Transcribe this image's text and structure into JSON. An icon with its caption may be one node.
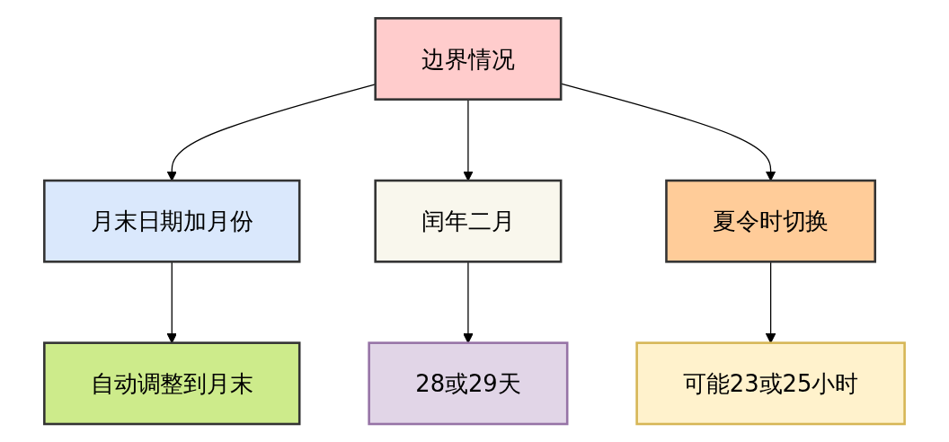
{
  "diagram": {
    "nodes": [
      {
        "text": [
          "边界情况"
        ]
      },
      {
        "text": [
          "月末日期加月份"
        ]
      },
      {
        "text": [
          "闰年二月"
        ]
      },
      {
        "text": [
          "夏令时切换"
        ]
      },
      {
        "text": [
          "自动调整到月末"
        ]
      },
      {
        "text": [
          "28或29天"
        ]
      },
      {
        "text": [
          "可能23或25小时"
        ]
      }
    ],
    "edges": [
      {
        "from": 0,
        "to": 1,
        "arrow": "to"
      },
      {
        "from": 0,
        "to": 2,
        "arrow": "to"
      },
      {
        "from": 0,
        "to": 3,
        "arrow": "to"
      },
      {
        "from": 1,
        "to": 4,
        "arrow": "to"
      },
      {
        "from": 2,
        "to": 5,
        "arrow": "to"
      },
      {
        "from": 3,
        "to": 6,
        "arrow": "to"
      }
    ]
  }
}
